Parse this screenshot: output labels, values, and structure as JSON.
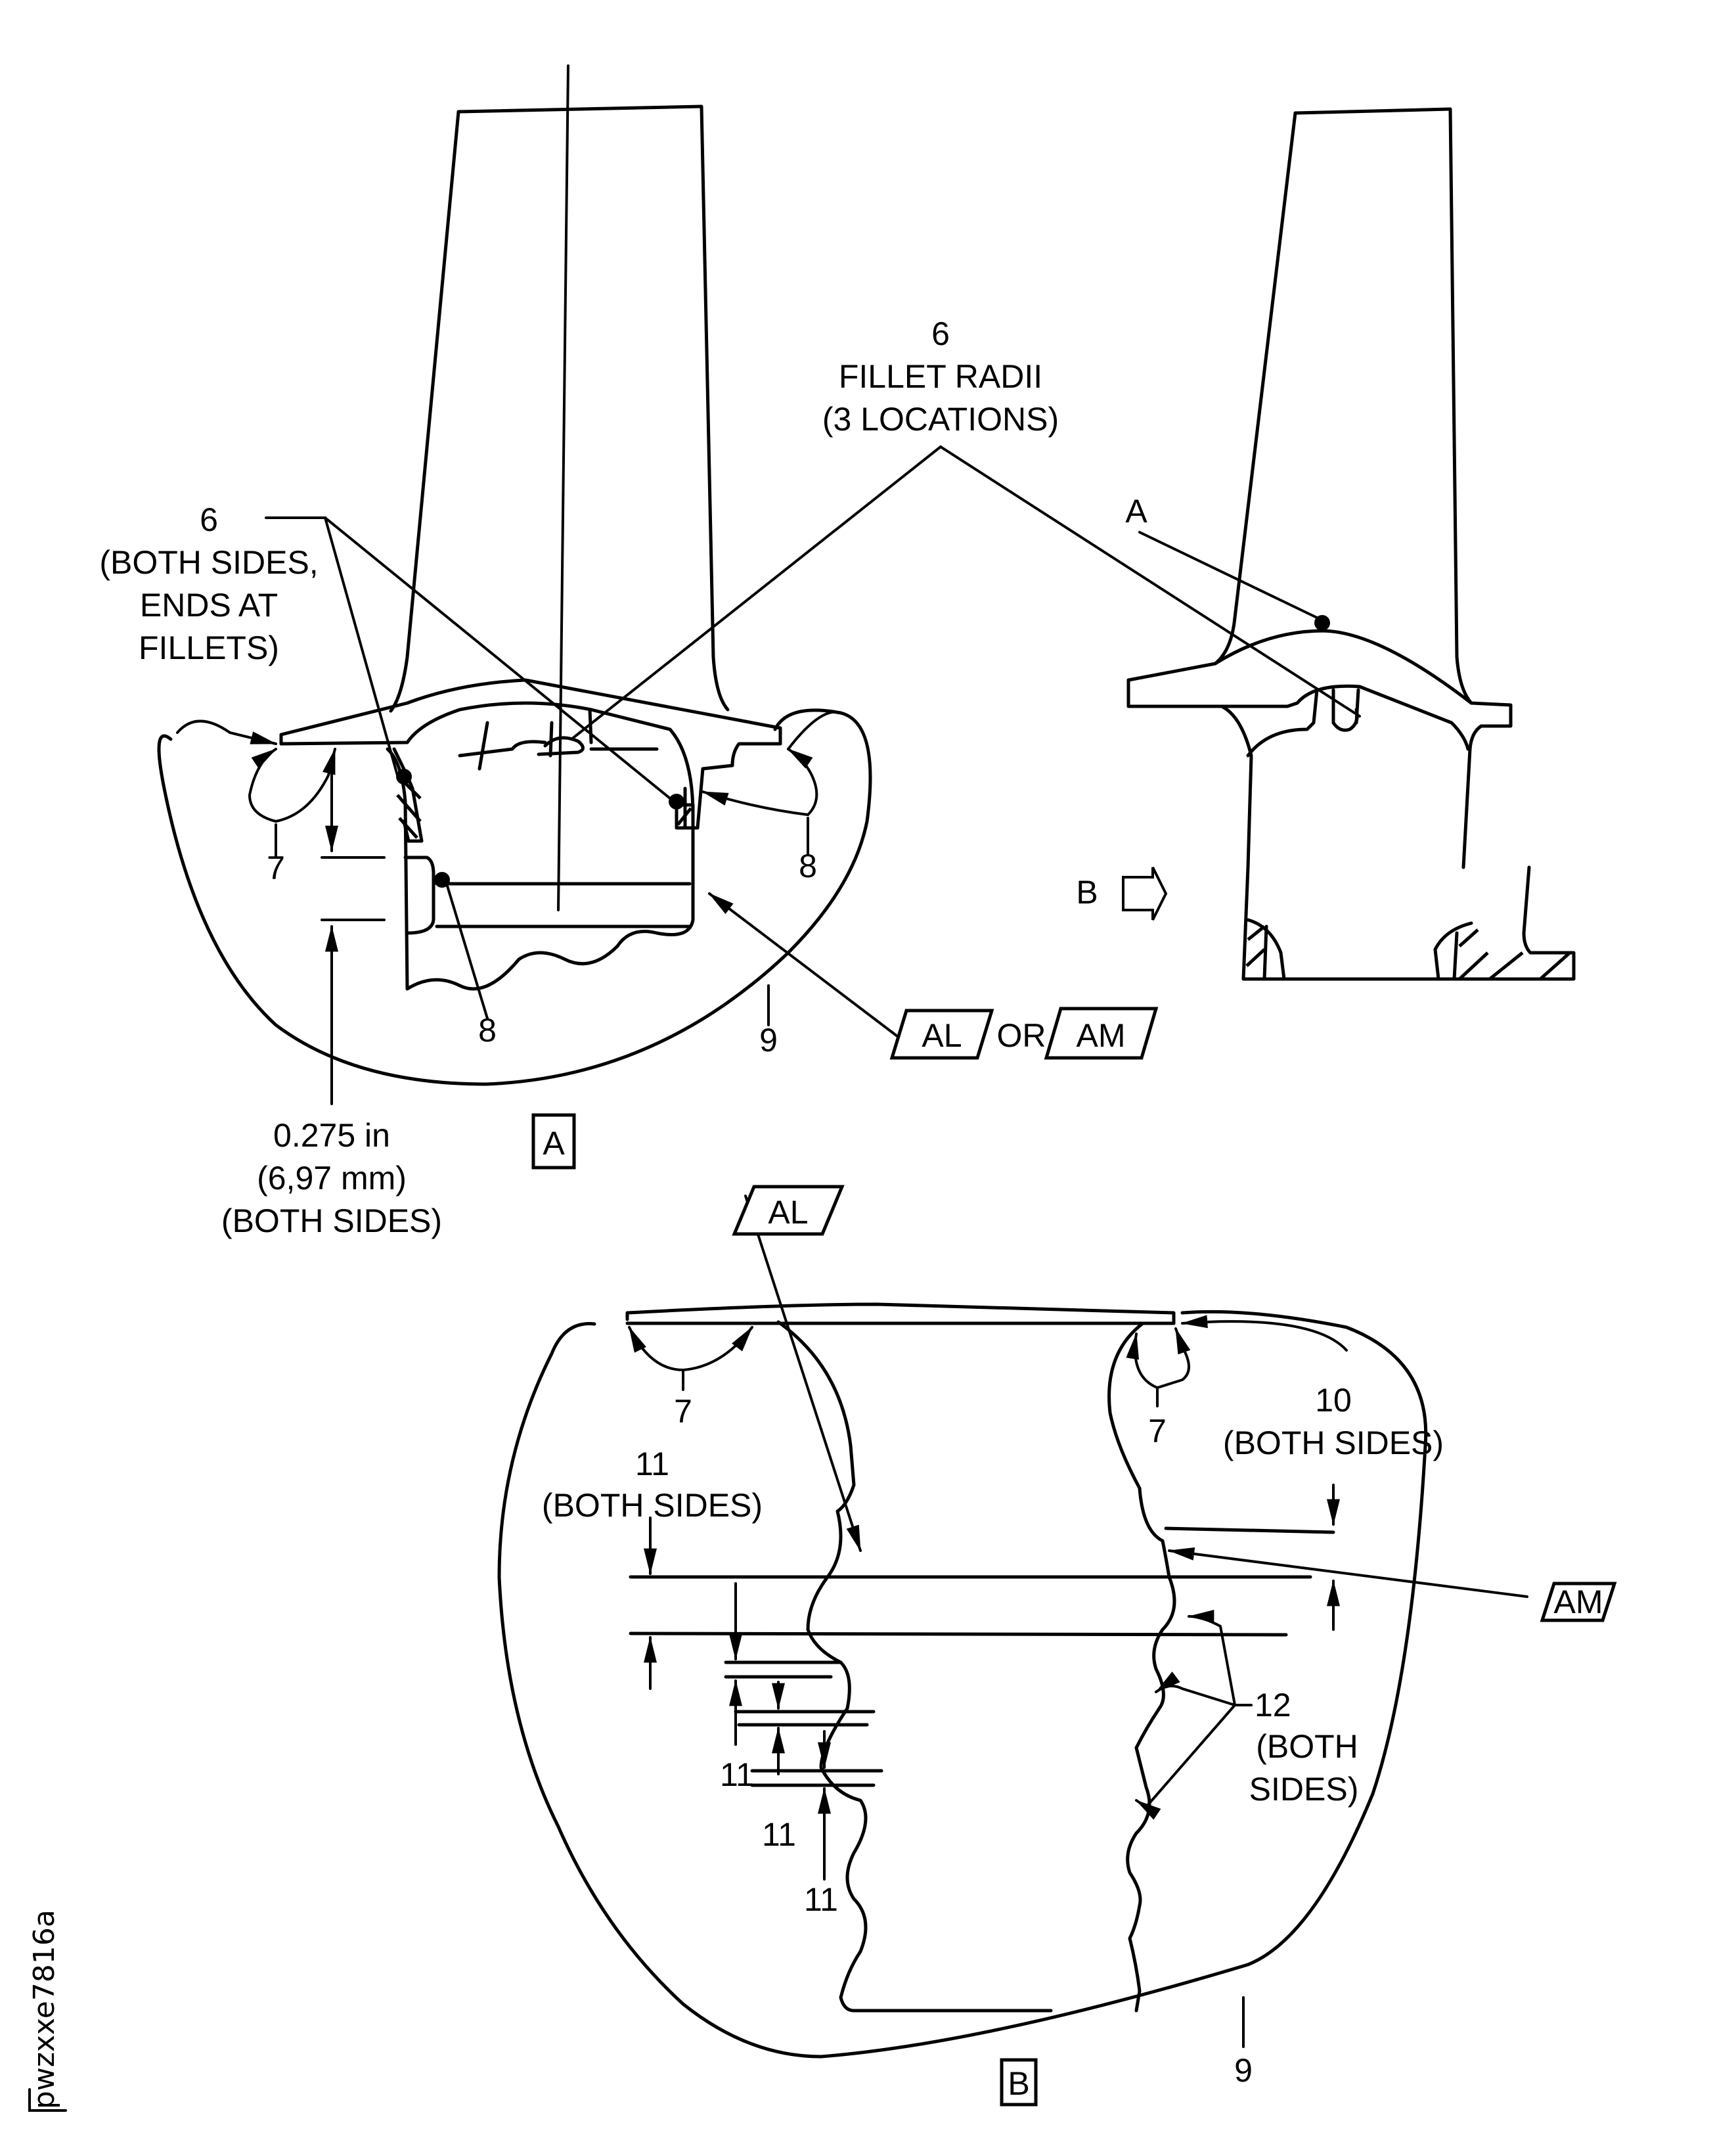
{
  "figure_id": "pwzxxe7816a",
  "views": {
    "detail_a": {
      "label": "A"
    },
    "detail_b": {
      "label": "B"
    },
    "view_b_arrow_label": "B",
    "section_point_label": "A"
  },
  "callouts": {
    "fillet_radii": {
      "number": "6",
      "line1": "FILLET RADII",
      "line2": "(3 LOCATIONS)"
    },
    "both_sides_fillets": {
      "number": "6",
      "line1": "(BOTH SIDES,",
      "line2": "ENDS AT",
      "line3": "FILLETS)"
    },
    "detail_a_7": "7",
    "detail_a_8_right": "8",
    "detail_a_8_bottom": "8",
    "detail_a_9": "9",
    "dimension": {
      "line1": "0.275 in",
      "line2": "(6,97 mm)",
      "line3": "(BOTH SIDES)"
    },
    "datum_al": "AL",
    "datum_or": "OR",
    "datum_am": "AM",
    "detail_b_al": "AL",
    "detail_b_am": "AM",
    "detail_b_7_left": "7",
    "detail_b_7_right": "7",
    "item_10": {
      "number": "10",
      "note": "(BOTH SIDES)"
    },
    "item_11_top": {
      "number": "11",
      "note": "(BOTH SIDES)"
    },
    "item_11_a": "11",
    "item_11_b": "11",
    "item_11_c": "11",
    "item_12": {
      "number": "12",
      "line1": "(BOTH",
      "line2": "SIDES)"
    },
    "detail_b_9": "9"
  }
}
